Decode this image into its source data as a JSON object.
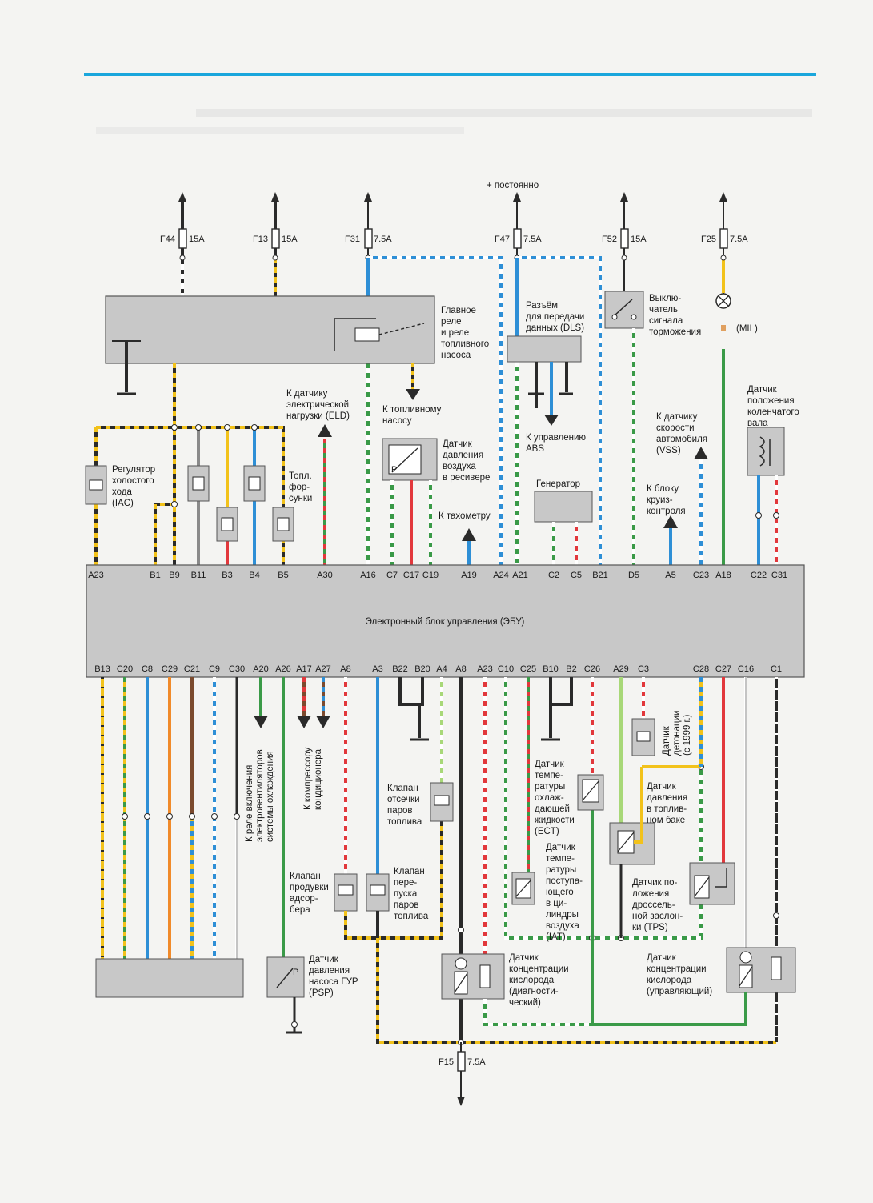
{
  "top_note": "+ постоянно",
  "fuses": [
    {
      "name": "F44",
      "rating": "15A"
    },
    {
      "name": "F13",
      "rating": "15A"
    },
    {
      "name": "F31",
      "rating": "7.5A"
    },
    {
      "name": "F47",
      "rating": "7.5A"
    },
    {
      "name": "F52",
      "rating": "15A"
    },
    {
      "name": "F25",
      "rating": "7.5A"
    },
    {
      "name": "F15",
      "rating": "7.5A"
    }
  ],
  "ecu_label": "Электронный блок управления (ЭБУ)",
  "pins_top": [
    "A23",
    "B1",
    "B9",
    "B11",
    "B3",
    "B4",
    "B5",
    "A30",
    "A16",
    "C7",
    "C17",
    "C19",
    "A19",
    "A24",
    "A21",
    "C2",
    "C5",
    "B21",
    "D5",
    "A5",
    "C23",
    "A18",
    "C22",
    "C31"
  ],
  "pins_bottom": [
    "B13",
    "C20",
    "C8",
    "C29",
    "C21",
    "C9",
    "C30",
    "A20",
    "A26",
    "A17",
    "A27",
    "A8",
    "A3",
    "B22",
    "B20",
    "A4",
    "A8",
    "A23",
    "C10",
    "C25",
    "B10",
    "B2",
    "C26",
    "A29",
    "C3",
    "C28",
    "C27",
    "C16",
    "C1"
  ],
  "labels": {
    "main_relay": [
      "Главное",
      "реле",
      "и реле",
      "топливного",
      "насоса"
    ],
    "dls": [
      "Разъём",
      "для передачи",
      "данных (DLS)"
    ],
    "brake_switch": [
      "Выклю-",
      "чатель",
      "сигнала",
      "торможения"
    ],
    "mil": "(MIL)",
    "crank_sensor": [
      "Датчик",
      "положения",
      "коленчатого",
      "вала"
    ],
    "eld": [
      "К датчику",
      "электрической",
      "нагрузки (ELD)"
    ],
    "fuel_pump": [
      "К топливному",
      "насосу"
    ],
    "abs": [
      "К управлению",
      "ABS"
    ],
    "vss": [
      "К датчику",
      "скорости",
      "автомобиля",
      "(VSS)"
    ],
    "iac": [
      "Регулятор",
      "холостого",
      "хода",
      "(IAC)"
    ],
    "injectors": [
      "Топл.",
      "фор-",
      "сунки"
    ],
    "map_sensor": [
      "Датчик",
      "давления",
      "воздуха",
      "в ресивере"
    ],
    "tacho": "К тахометру",
    "generator": "Генератор",
    "cruise": [
      "К блоку",
      "круиз-",
      "контроля"
    ],
    "fan_relay": [
      "К реле включения",
      "электровентиляторов",
      "системы охлаждения"
    ],
    "ac_compressor": [
      "К компрессору",
      "кондиционера"
    ],
    "knock": [
      "Датчик",
      "детонации",
      "(с 1999 г.)"
    ],
    "evap_cutoff": [
      "Клапан",
      "отсечки",
      "паров",
      "топлива"
    ],
    "ect": [
      "Датчик",
      "темпе-",
      "ратуры",
      "охлаж-",
      "дающей",
      "жидкости",
      "(ECT)"
    ],
    "tank_pressure": [
      "Датчик",
      "давления",
      "в топлив-",
      "ном баке"
    ],
    "purge": [
      "Клапан",
      "продувки",
      "адсор-",
      "бера"
    ],
    "bypass": [
      "Клапан",
      "пере-",
      "пуска",
      "паров",
      "топлива"
    ],
    "iat": [
      "Датчик",
      "темпе-",
      "ратуры",
      "поступа-",
      "ющего",
      "в ци-",
      "линдры",
      "воздуха",
      "(IAT)"
    ],
    "tps": [
      "Датчик по-",
      "ложения",
      "дроссель-",
      "ной заслон-",
      "ки (TPS)"
    ],
    "psp": [
      "Датчик",
      "давления",
      "насоса ГУР",
      "(PSP)"
    ],
    "o2_diag": [
      "Датчик",
      "концентрации",
      "кислорода",
      "(диагности-",
      "ческий)"
    ],
    "o2_ctrl": [
      "Датчик",
      "концентрации",
      "кислорода",
      "(управляющий)"
    ]
  },
  "colors": {
    "accent_line": "#1aa6dc",
    "yellow": "#f2c21b",
    "blue": "#2e8fd6",
    "green": "#3a9a48",
    "red": "#e2383c",
    "orange": "#f08a2a",
    "brown": "#7b4a2e",
    "black": "#2a2a2a",
    "gray": "#8a8a8a",
    "box_fill": "#c8c8c8"
  }
}
